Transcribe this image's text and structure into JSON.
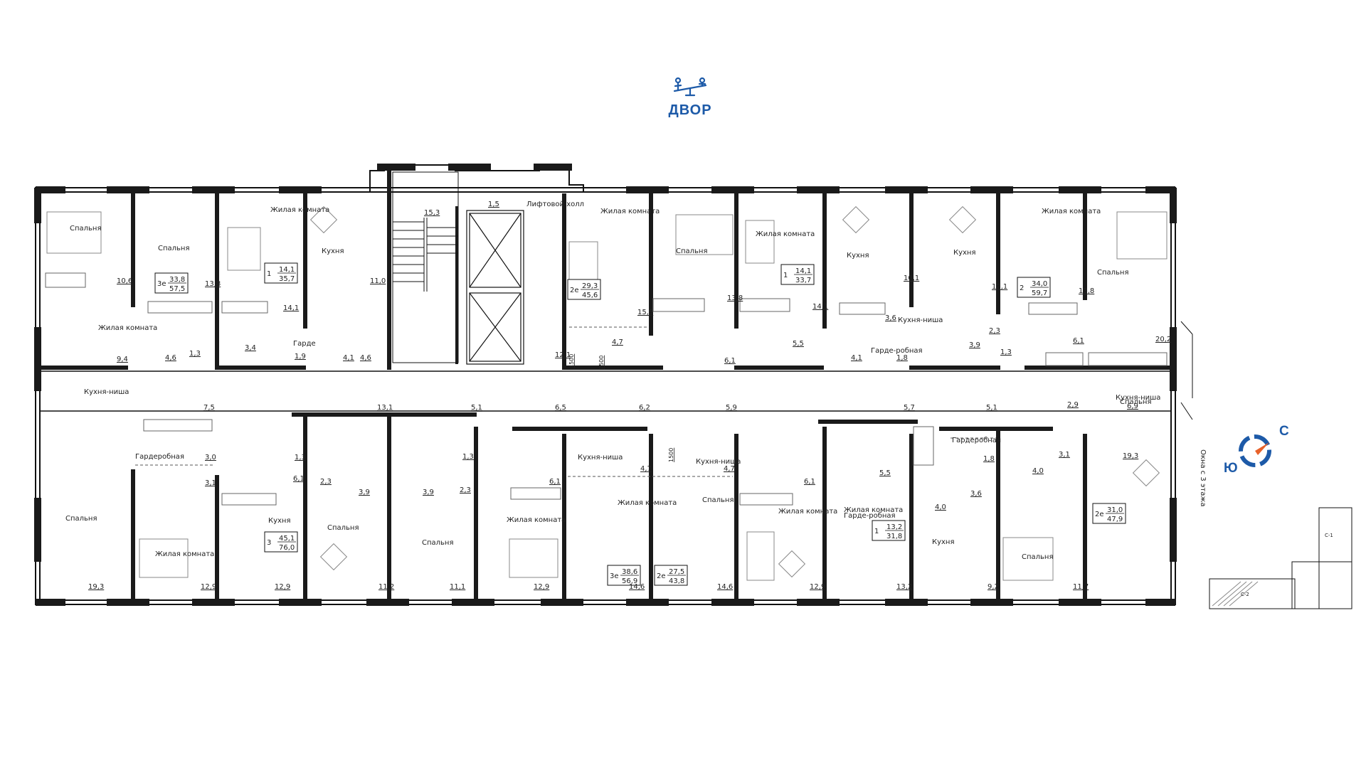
{
  "header": {
    "yard_label": "ДВОР",
    "yard_icon": "playground-seesaw-icon"
  },
  "compass": {
    "north": "С",
    "south": "Ю",
    "icon": "compass-icon",
    "color": "#1d5aa8"
  },
  "side_note": "Окна с 3 этажа",
  "plan_blocks": [
    "С-1",
    "С-2"
  ],
  "apartments": [
    {
      "rooms": "3е",
      "living": "33,8",
      "total": "57,5"
    },
    {
      "rooms": "1",
      "living": "14,1",
      "total": "35,7"
    },
    {
      "rooms": "2е",
      "living": "29,3",
      "total": "45,6"
    },
    {
      "rooms": "1",
      "living": "14,1",
      "total": "33,7"
    },
    {
      "rooms": "2",
      "living": "34,0",
      "total": "59,7"
    },
    {
      "rooms": "3",
      "living": "45,1",
      "total": "76,0"
    },
    {
      "rooms": "3е",
      "living": "38,6",
      "total": "56,9"
    },
    {
      "rooms": "2е",
      "living": "27,5",
      "total": "43,8"
    },
    {
      "rooms": "1",
      "living": "13,2",
      "total": "31,8"
    },
    {
      "rooms": "2е",
      "living": "31,0",
      "total": "47,9"
    }
  ],
  "room_labels": [
    "Спальня",
    "Спальня",
    "Жилая комната",
    "Кухня",
    "Лифтовой холл",
    "Жилая комната",
    "Спальня",
    "Жилая комната",
    "Кухня",
    "Кухня",
    "Жилая комната",
    "Спальня",
    "Жилая комната",
    "Кухня-ниша",
    "Гардеробная",
    "Гардеробная",
    "Гарде-робная",
    "Кухня-ниша",
    "Кухня-ниша",
    "Кухня-ниша",
    "Спальня",
    "Спальня",
    "Жилая комната",
    "Кухня",
    "Спальня",
    "Спальня",
    "Жилая комната",
    "Жилая комната",
    "Спальня",
    "Жилая комната",
    "Кухня",
    "Гарде-робная",
    "Спальня",
    "Жилая комната",
    "Кухня-ниша",
    "Гарде"
  ],
  "area_values": [
    "10,6",
    "13,8",
    "14,1",
    "11,0",
    "15,3",
    "1,5",
    "15,5",
    "13,8",
    "14,1",
    "10,1",
    "12,1",
    "13,8",
    "20,2",
    "9,4",
    "4,6",
    "1,3",
    "3,4",
    "1,9",
    "4,1",
    "4,6",
    "12,1",
    "4,7",
    "6,1",
    "5,5",
    "4,1",
    "1,8",
    "3,6",
    "3,9",
    "2,3",
    "1,3",
    "6,1",
    "6,5",
    "7,5",
    "13,1",
    "5,1",
    "6,2",
    "5,9",
    "5,7",
    "5,1",
    "2,9",
    "6,9",
    "3,0",
    "3,1",
    "6,1",
    "2,3",
    "1,3",
    "3,9",
    "3,9",
    "2,3",
    "1,3",
    "6,1",
    "4,7",
    "4,7",
    "6,1",
    "5,5",
    "1,8",
    "3,6",
    "3,1",
    "4,0",
    "4,0",
    "19,3",
    "19,3",
    "12,9",
    "12,9",
    "11,2",
    "11,1",
    "12,9",
    "14,6",
    "14,6",
    "12,9",
    "13,2",
    "9,2",
    "11,7",
    "1500",
    "1500",
    "1500"
  ]
}
